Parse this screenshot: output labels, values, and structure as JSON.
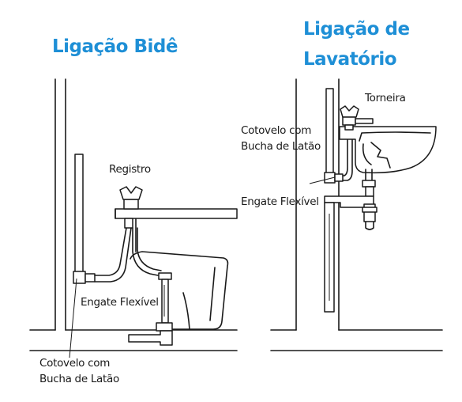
{
  "bide": {
    "title": "Ligação Bidê",
    "label_registro": "Registro",
    "label_engate": "Engate Flexível",
    "label_cotovelo_line1": "Cotovelo com",
    "label_cotovelo_line2": "Bucha de Latão"
  },
  "lavatorio": {
    "title_line1": "Ligação de",
    "title_line2": "Lavatório",
    "label_torneira": "Torneira",
    "label_cotovelo_line1": "Cotovelo com",
    "label_cotovelo_line2": "Bucha de Latão",
    "label_engate": "Engate Flexível"
  },
  "colors": {
    "title": "#1e8fd6",
    "line": "#1a1a1a",
    "background": "#ffffff"
  }
}
